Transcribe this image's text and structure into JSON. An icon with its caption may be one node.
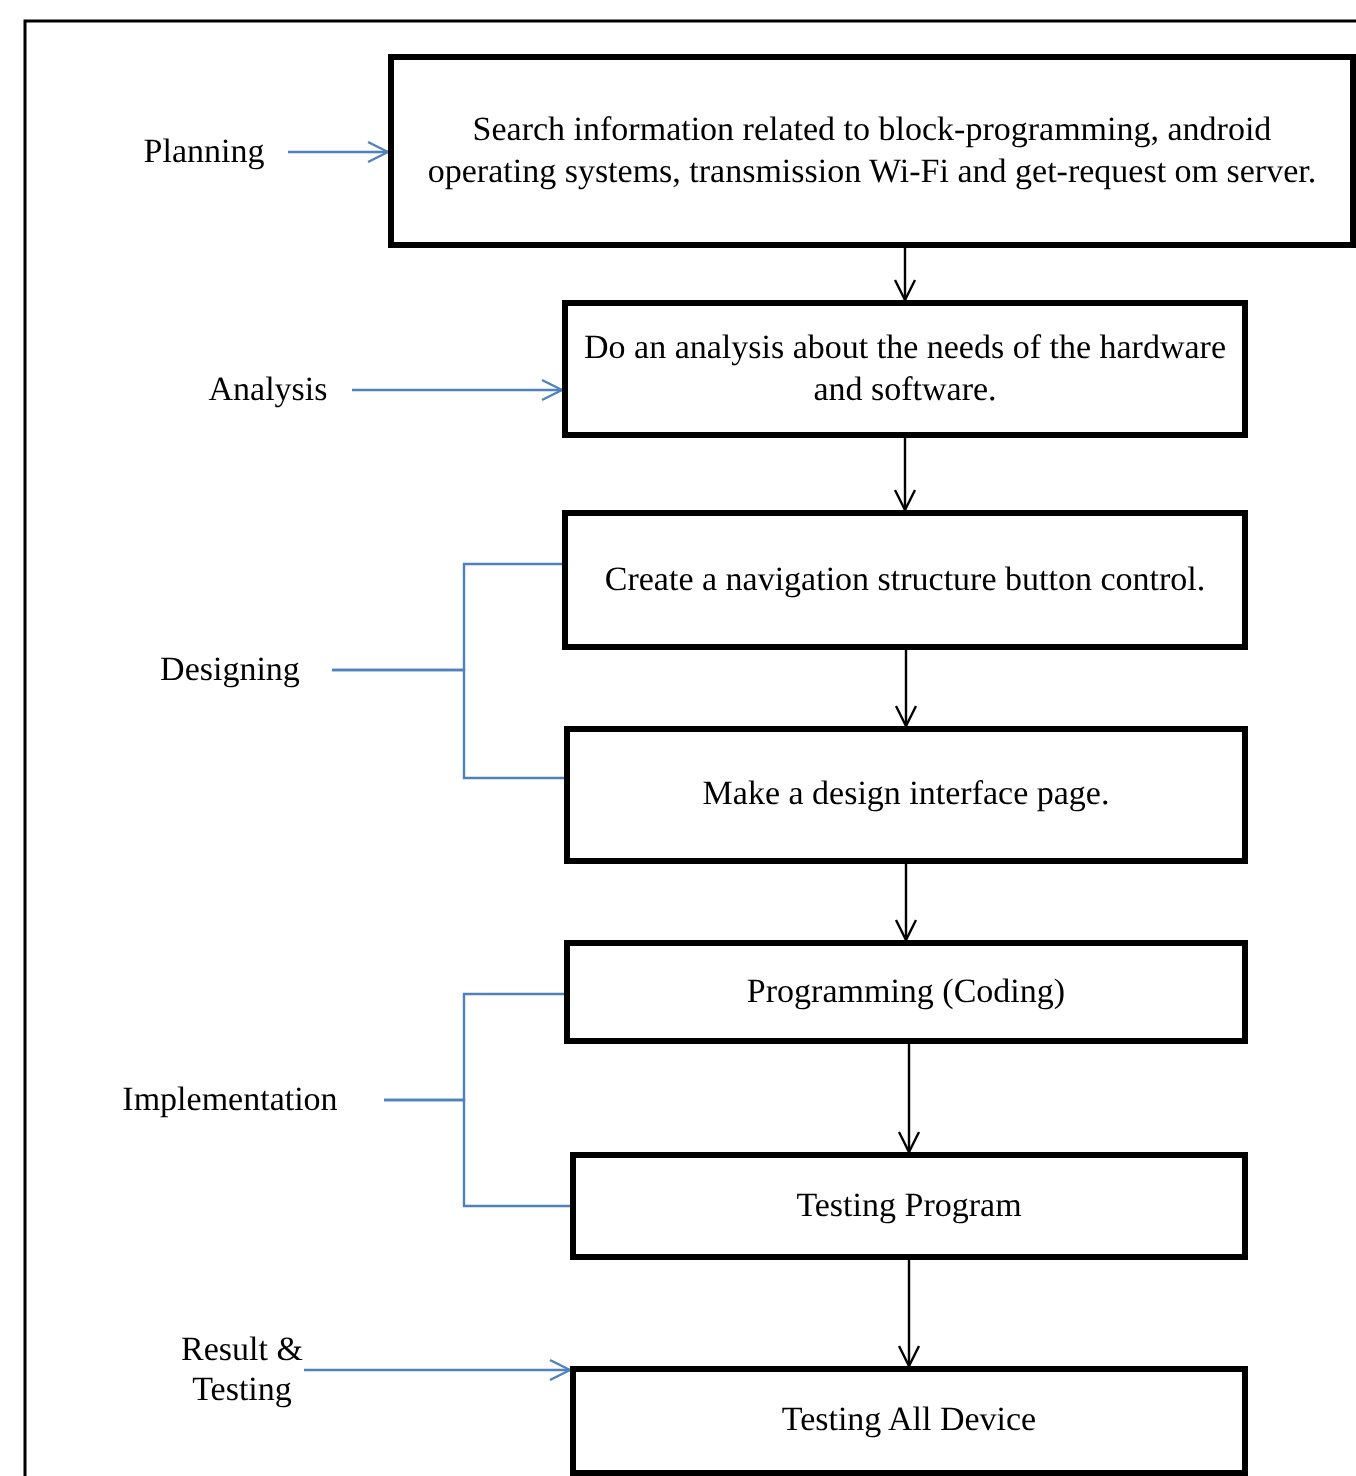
{
  "diagram": {
    "nodes": [
      {
        "text": [
          "Planning"
        ]
      },
      {
        "text": [
          "Search information related to block-programming, android operating systems, transmission Wi-Fi and get-request om server."
        ]
      },
      {
        "text": [
          "Analysis"
        ]
      },
      {
        "text": [
          "Do an analysis about the needs of the hardware and software."
        ]
      },
      {
        "text": [
          "Create a navigation structure button control."
        ]
      },
      {
        "text": [
          "Designing"
        ]
      },
      {
        "text": [
          "Make a design interface page."
        ]
      },
      {
        "text": [
          "Programming (Coding)"
        ]
      },
      {
        "text": [
          "Implementation"
        ]
      },
      {
        "text": [
          "Testing Program"
        ]
      },
      {
        "text": [
          "Result & Testing"
        ]
      },
      {
        "text": [
          "Testing All Device"
        ]
      }
    ],
    "edges": [
      {
        "from": 0,
        "to": 1,
        "arrow": "to",
        "color": "#4f81bd"
      },
      {
        "from": 1,
        "to": 3,
        "arrow": "to",
        "color": "#000000"
      },
      {
        "from": 2,
        "to": 3,
        "arrow": "to",
        "color": "#4f81bd"
      },
      {
        "from": 3,
        "to": 4,
        "arrow": "to",
        "color": "#000000"
      },
      {
        "from": 5,
        "to": 4,
        "arrow": "none",
        "color": "#4f81bd"
      },
      {
        "from": 5,
        "to": 6,
        "arrow": "none",
        "color": "#4f81bd"
      },
      {
        "from": 4,
        "to": 6,
        "arrow": "to",
        "color": "#000000"
      },
      {
        "from": 6,
        "to": 7,
        "arrow": "to",
        "color": "#000000"
      },
      {
        "from": 8,
        "to": 7,
        "arrow": "none",
        "color": "#4f81bd"
      },
      {
        "from": 8,
        "to": 9,
        "arrow": "none",
        "color": "#4f81bd"
      },
      {
        "from": 7,
        "to": 9,
        "arrow": "to",
        "color": "#000000"
      },
      {
        "from": 9,
        "to": 11,
        "arrow": "to",
        "color": "#000000"
      },
      {
        "from": 10,
        "to": 11,
        "arrow": "to",
        "color": "#4f81bd"
      }
    ]
  }
}
